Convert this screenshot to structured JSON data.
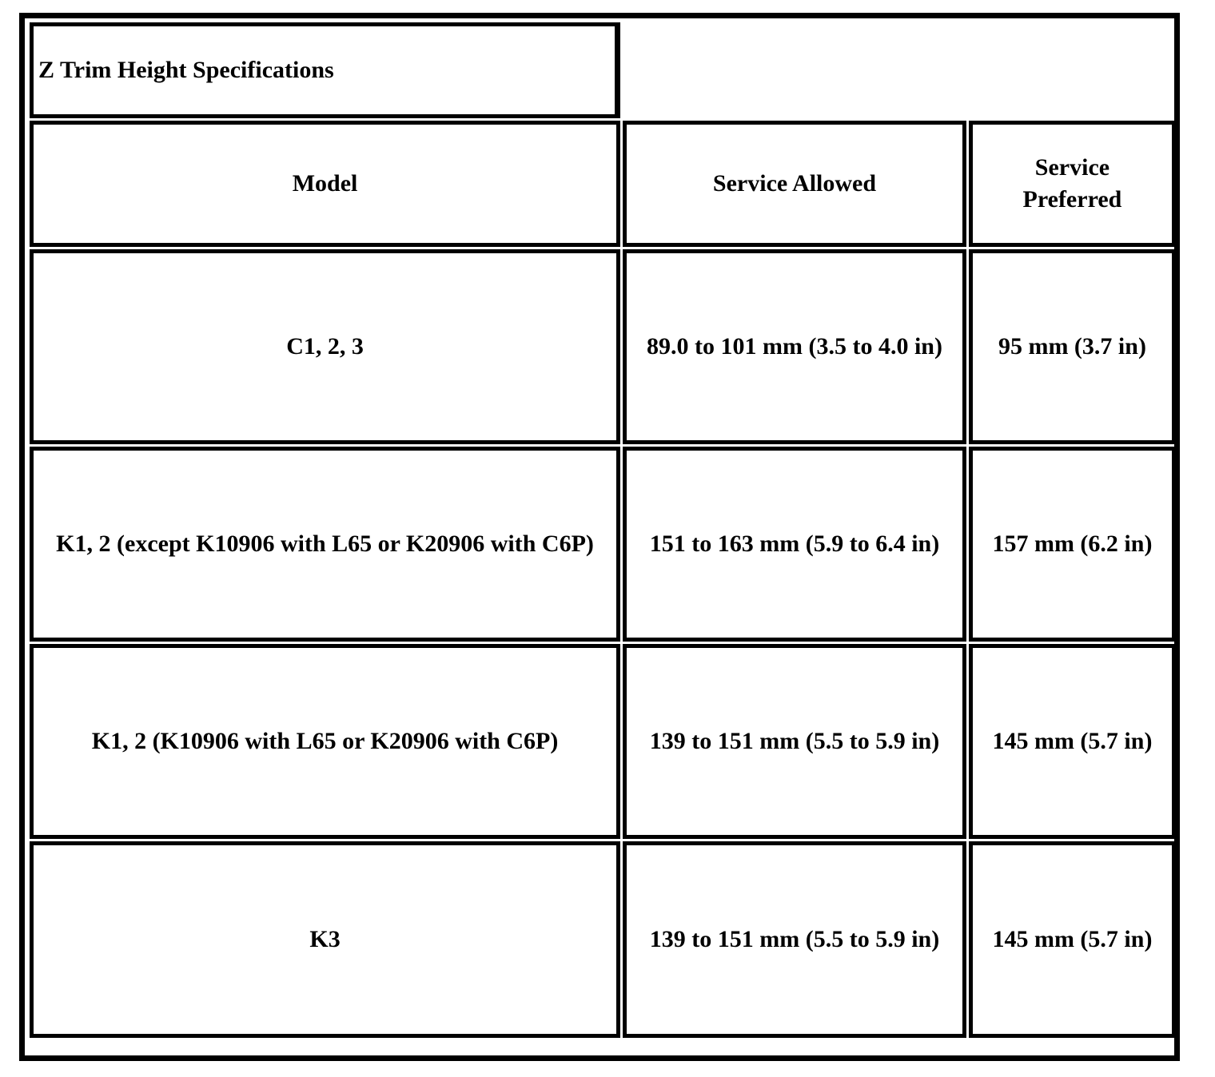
{
  "table": {
    "title": "Z Trim Height Specifications",
    "columns": [
      {
        "key": "model",
        "label": "Model"
      },
      {
        "key": "allowed",
        "label": "Service Allowed"
      },
      {
        "key": "preferred_line1",
        "label": "Service"
      },
      {
        "key": "preferred_line2",
        "label": "Preferred"
      }
    ],
    "rows": [
      {
        "model": "C1, 2, 3",
        "allowed": "89.0 to 101  mm (3.5 to 4.0  in)",
        "preferred": "95  mm (3.7  in)"
      },
      {
        "model": "K1, 2 (except K10906 with L65 or K20906 with C6P)",
        "allowed": "151 to 163  mm (5.9 to 6.4  in)",
        "preferred": "157  mm (6.2  in)"
      },
      {
        "model": "K1, 2 (K10906 with L65 or K20906 with C6P)",
        "allowed": "139 to 151  mm (5.5 to 5.9  in)",
        "preferred": "145  mm (5.7  in)"
      },
      {
        "model": "K3",
        "allowed": "139 to 151  mm (5.5 to 5.9  in)",
        "preferred": "145  mm (5.7  in)"
      }
    ],
    "colors": {
      "border": "#000000",
      "background": "#ffffff",
      "text": "#000000"
    }
  }
}
